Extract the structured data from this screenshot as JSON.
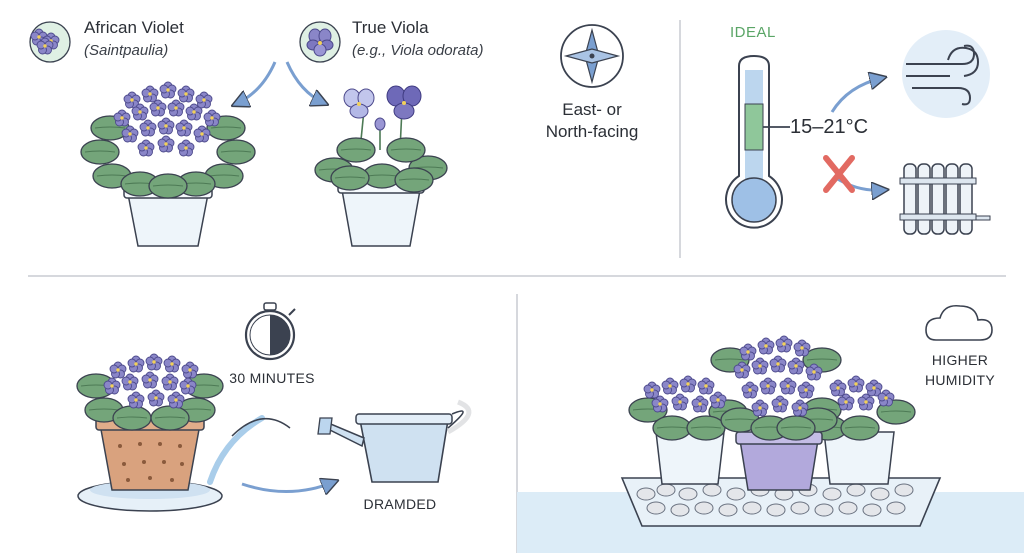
{
  "colors": {
    "ink": "#3b4250",
    "leaf": "#6f9f76",
    "leaf_light": "#8fbf8f",
    "violet": "#8a86c8",
    "violet_dark": "#5e5aa8",
    "pot": "#eef5fa",
    "terracotta": "#d9a27e",
    "water": "#dcecf7",
    "accent_blue": "#7a9fd0",
    "ideal_green": "#5aa566",
    "cross_red": "#e26a62"
  },
  "plants": {
    "african": {
      "name": "African Violet",
      "latin": "(Saintpaulia)",
      "icon": "african-violet-flower-icon"
    },
    "true_viola": {
      "name": "True Viola",
      "latin": "(e.g., Viola odorata)",
      "icon": "viola-flower-icon"
    }
  },
  "light": {
    "icon": "compass-star-icon",
    "line1": "East- or",
    "line2": "North-facing"
  },
  "temperature": {
    "ideal_label": "IDEAL",
    "range": "15–21°C",
    "icons": [
      "thermometer-icon",
      "wind-draft-icon",
      "radiator-icon",
      "cross-icon"
    ]
  },
  "watering": {
    "icon": "stopwatch-icon",
    "duration": "30 MINUTES",
    "result": "DRAMDED",
    "icons": [
      "terracotta-pot-icon",
      "watering-can-icon"
    ]
  },
  "humidity": {
    "icon": "cloud-icon",
    "line1": "HIGHER",
    "line2": "HUMIDITY",
    "icons": [
      "pebble-tray-icon"
    ]
  }
}
